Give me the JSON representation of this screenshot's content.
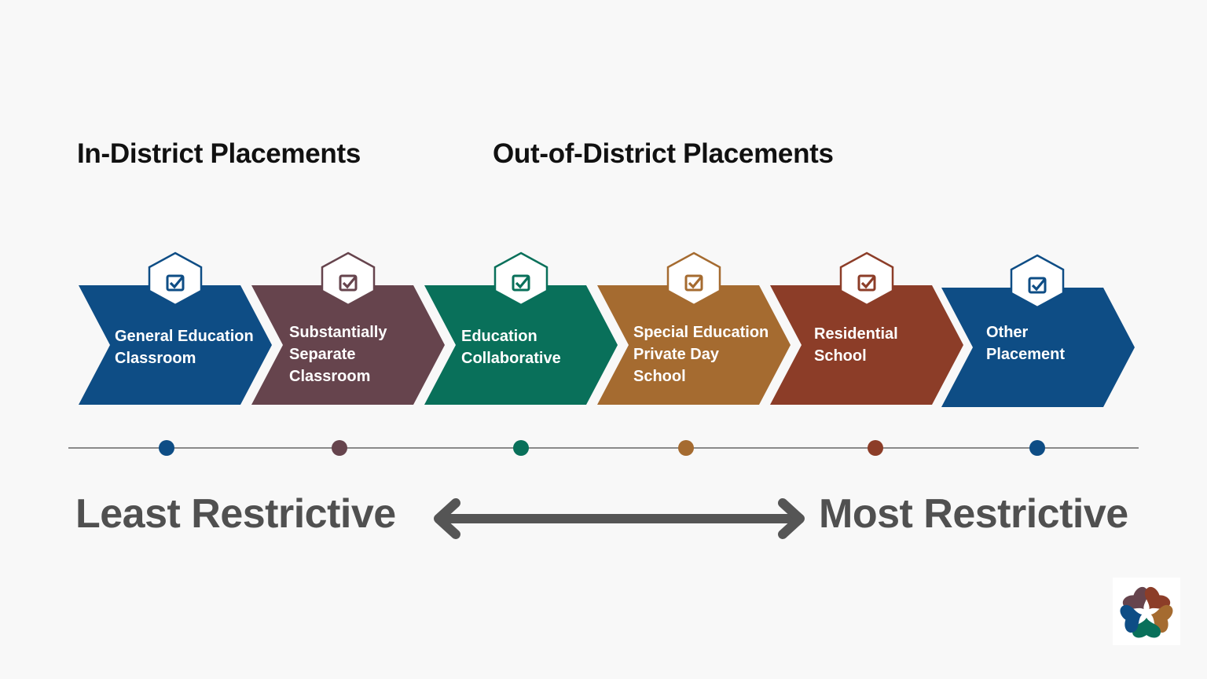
{
  "headings": {
    "in_district": "In-District Placements",
    "out_of_district": "Out-of-District Placements"
  },
  "placements": [
    {
      "label": "General Education\nClassroom",
      "color": "#0e4d85",
      "icon": "checkbox-icon"
    },
    {
      "label": "Substantially\nSeparate\nClassroom",
      "color": "#66444d",
      "icon": "checkbox-icon"
    },
    {
      "label": "Education\nCollaborative",
      "color": "#09705a",
      "icon": "checkbox-icon"
    },
    {
      "label": "Special Education\nPrivate Day\nSchool",
      "color": "#a56b30",
      "icon": "checkbox-icon"
    },
    {
      "label": "Residential\nSchool",
      "color": "#8c3d28",
      "icon": "checkbox-icon"
    },
    {
      "label": "Other\nPlacement",
      "color": "#0e4d85",
      "icon": "checkbox-icon"
    }
  ],
  "scale": {
    "left_label": "Least Restrictive",
    "right_label": "Most Restrictive",
    "arrow_color": "#555555",
    "line_color": "#8a8a8a"
  },
  "logo": {
    "icon": "hearts-star-logo",
    "colors": [
      "#66444d",
      "#8c3d28",
      "#0e4d85",
      "#a56b30",
      "#09705a"
    ]
  }
}
